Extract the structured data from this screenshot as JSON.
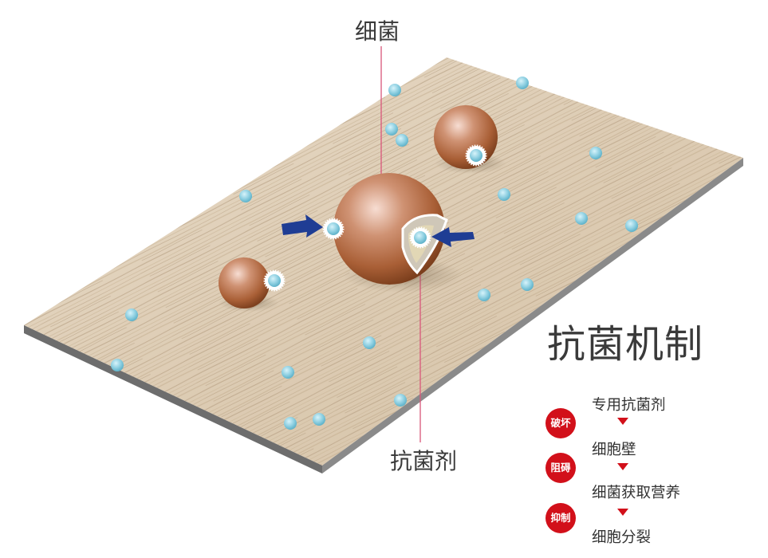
{
  "labels": {
    "bacteria": "细菌",
    "antibacterial_agent": "抗菌剂",
    "title": "抗菌机制"
  },
  "mechanism": {
    "steps": [
      "专用抗菌剂",
      "细胞壁",
      "细菌获取营养",
      "细胞分裂"
    ],
    "badges": [
      "破坏",
      "阻碍",
      "抑制"
    ]
  },
  "colors": {
    "accent_red": "#d2101a",
    "wood_light": "#e3d5c1",
    "bacteria_brown": "#b06a3e",
    "particle_blue": "#8fd0e0",
    "arrow_blue": "#1f3d94",
    "pointer_line": "#d9567a"
  }
}
